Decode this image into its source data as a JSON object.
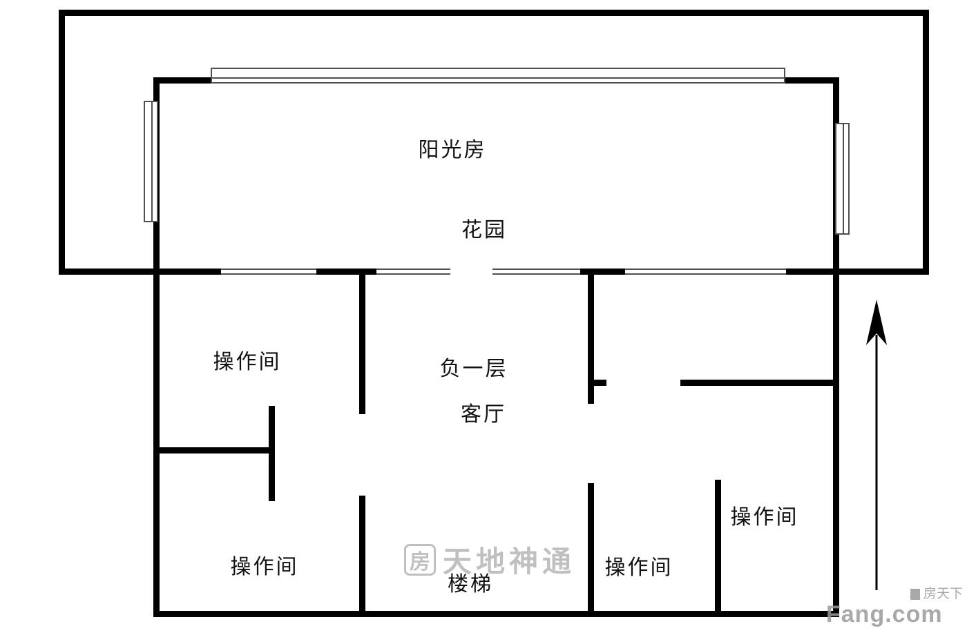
{
  "floorplan": {
    "colors": {
      "wall": "#000000",
      "window_line": "#4f4f4f",
      "watermark": "#9a9a9a",
      "label": "#111111"
    },
    "rooms": {
      "sunroom": "阳光房",
      "garden": "花园",
      "workroom_top_left": "操作间",
      "basement_line1": "负一层",
      "basement_line2": "客厅",
      "workroom_bottom_left": "操作间",
      "stairs": "楼梯",
      "workroom_bottom_middle": "操作间",
      "workroom_right": "操作间"
    },
    "watermarks": {
      "center_logo": "房",
      "center_text": "天地神通",
      "corner_brand": "房天下",
      "corner_domain": "Fang.com"
    }
  }
}
